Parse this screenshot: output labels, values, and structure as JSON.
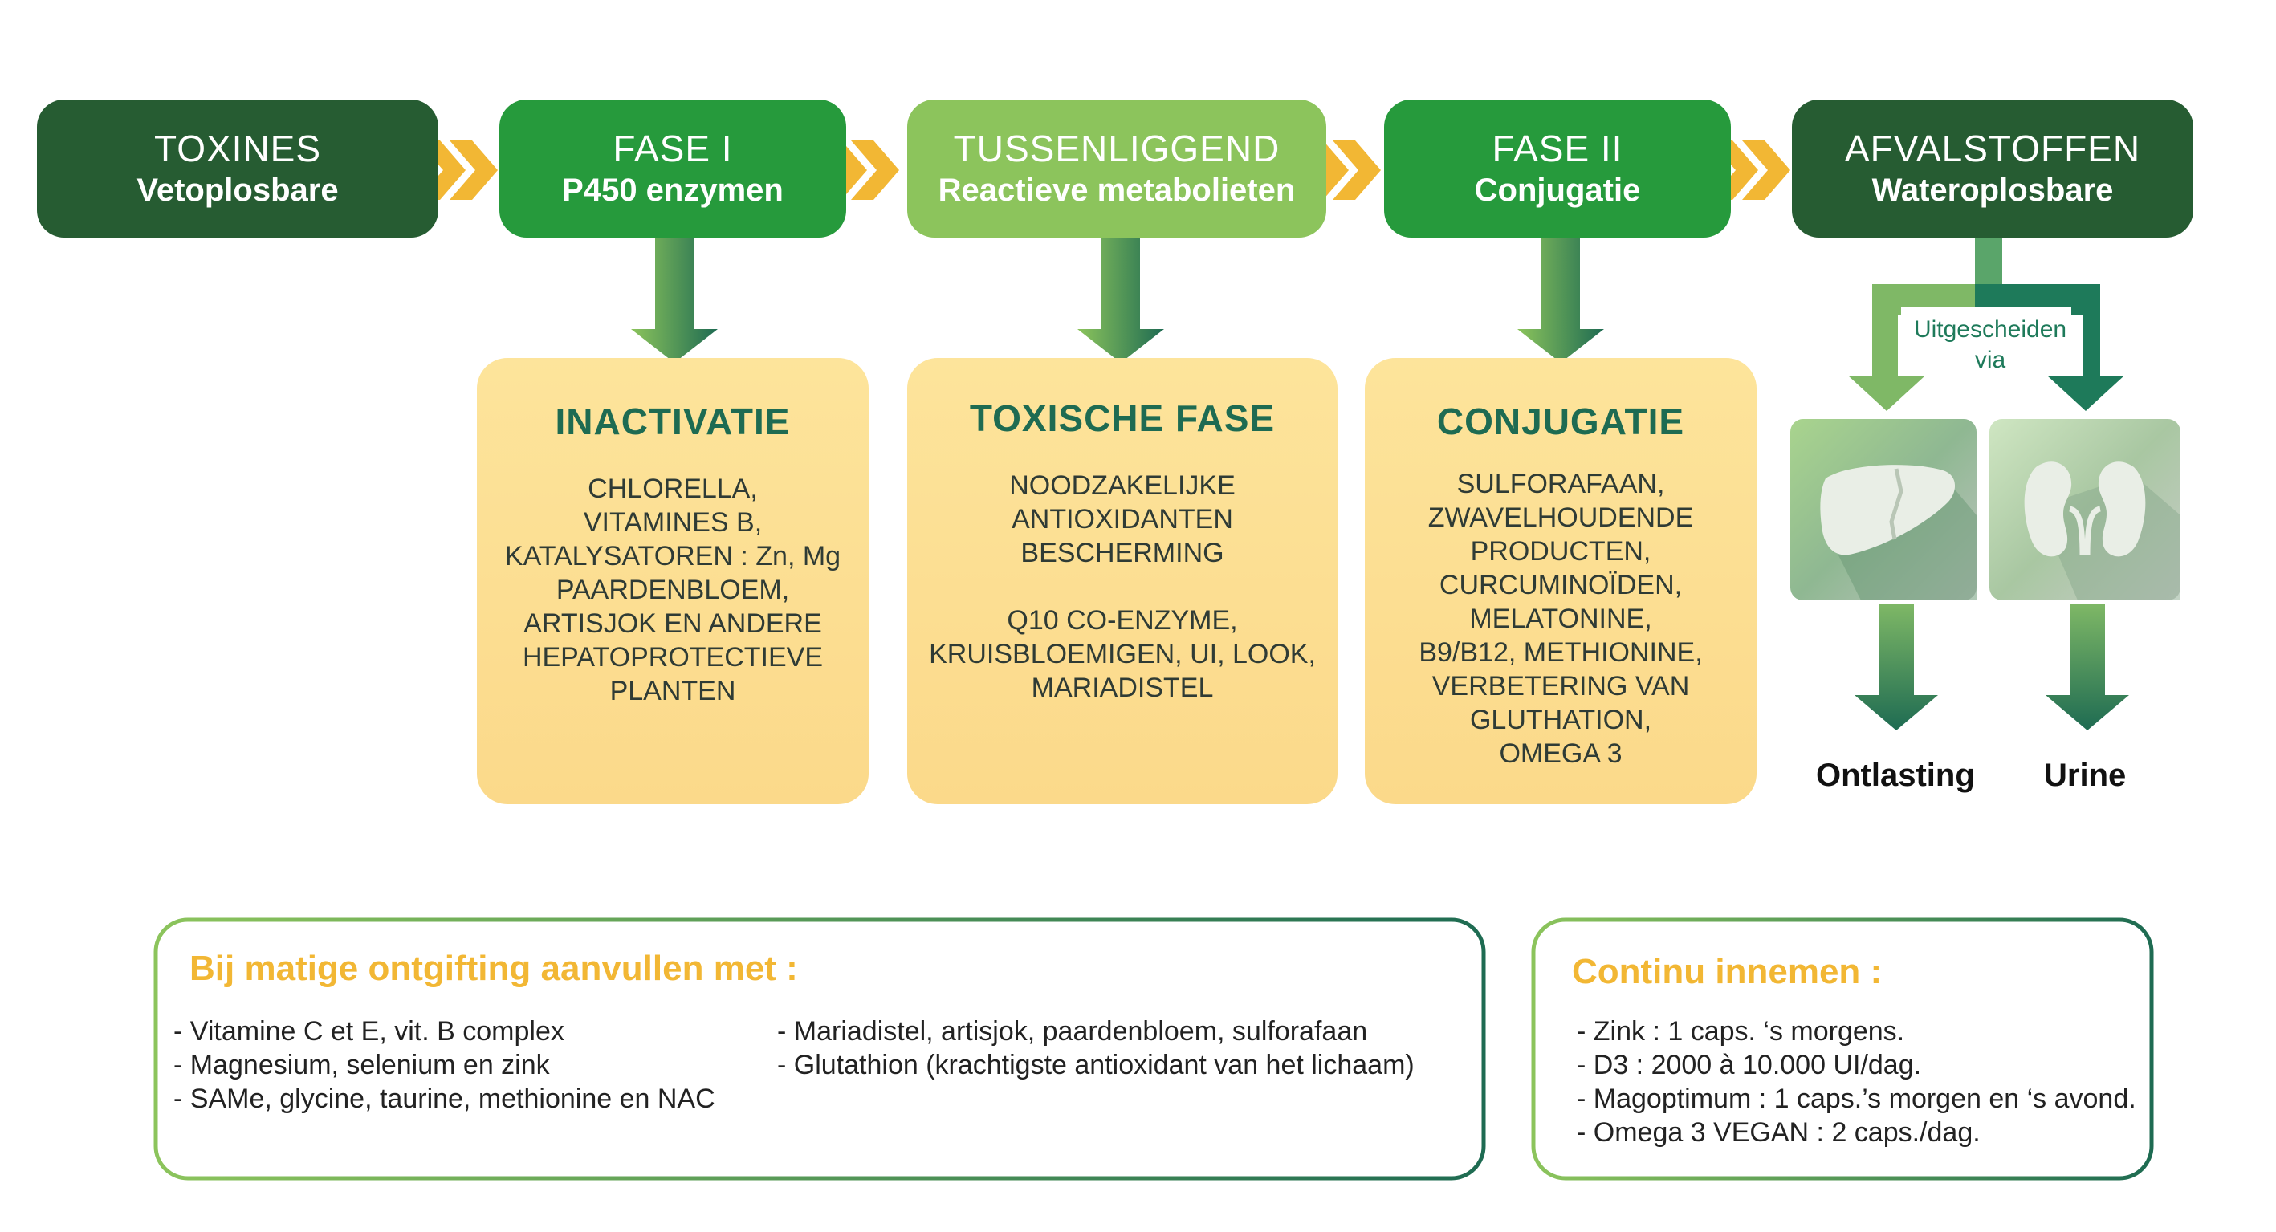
{
  "colors": {
    "dark_green": "#265c32",
    "mid_green": "#269a3c",
    "light_green": "#8cc45c",
    "chevron": "#f2b734",
    "teal": "#1e6b52",
    "card_yellow": "#fbd98a",
    "label_orange": "#f2b734"
  },
  "phases": [
    {
      "title": "TOXINES",
      "subtitle": "Vetoplosbare"
    },
    {
      "title": "FASE I",
      "subtitle": "P450 enzymen"
    },
    {
      "title": "TUSSENLIGGEND",
      "subtitle": "Reactieve metabolieten"
    },
    {
      "title": "FASE II",
      "subtitle": "Conjugatie"
    },
    {
      "title": "AFVALSTOFFEN",
      "subtitle": "Wateroplosbare"
    }
  ],
  "cards": [
    {
      "heading": "INACTIVATIE",
      "lines": [
        "CHLORELLA,",
        "VITAMINES B,",
        "KATALYSATOREN : Zn, Mg",
        "PAARDENBLOEM,",
        "ARTISJOK EN ANDERE",
        "HEPATOPROTECTIEVE",
        "PLANTEN"
      ]
    },
    {
      "heading": "TOXISCHE FASE",
      "lines": [
        "NOODZAKELIJKE",
        "ANTIOXIDANTEN",
        "BESCHERMING",
        "",
        "Q10  CO-ENZYME,",
        "KRUISBLOEMIGEN, UI, LOOK,",
        "MARIADISTEL"
      ]
    },
    {
      "heading": "CONJUGATIE",
      "lines": [
        "SULFORAFAAN,",
        "ZWAVELHOUDENDE",
        "PRODUCTEN,",
        "CURCUMINOÏDEN,",
        "MELATONINE,",
        "B9/B12, METHIONINE,",
        "VERBETERING VAN",
        "GLUTHATION,",
        "OMEGA 3"
      ]
    }
  ],
  "excretion": {
    "via_label": [
      "Uitgescheiden",
      "via"
    ],
    "organs": [
      {
        "icon": "liver-icon",
        "label": "Ontlasting"
      },
      {
        "icon": "kidney-icon",
        "label": "Urine"
      }
    ]
  },
  "supplement_box": {
    "title": "Bij matige ontgifting aanvullen met :",
    "left_items": [
      "- Vitamine C et E, vit. B complex",
      "- Magnesium, selenium en zink",
      "- SAMe, glycine, taurine, methionine en NAC"
    ],
    "right_items": [
      "- Mariadistel, artisjok, paardenbloem, sulforafaan",
      "- Glutathion (krachtigste antioxidant van het lichaam)"
    ]
  },
  "continuous_box": {
    "title": "Continu innemen :",
    "items": [
      "- Zink : 1 caps. ‘s morgens.",
      "- D3 : 2000 à 10.000 UI/dag.",
      "- Magoptimum : 1 caps.’s morgen en ‘s avond.",
      "- Omega 3 VEGAN : 2 caps./dag."
    ]
  }
}
